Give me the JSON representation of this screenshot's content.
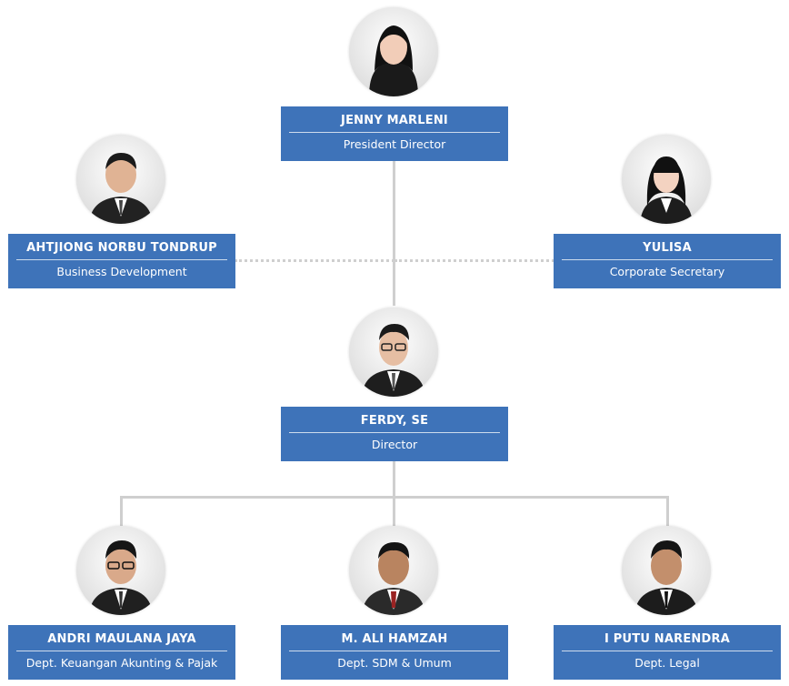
{
  "org": {
    "top": {
      "name": "JENNY MARLENI",
      "role": "President Director",
      "photo": "portrait-woman-black-hair"
    },
    "left": {
      "name": "AHTJIONG NORBU TONDRUP",
      "role": "Business Development",
      "photo": "portrait-man-dark-suit"
    },
    "right": {
      "name": "YULISA",
      "role": "Corporate Secretary",
      "photo": "portrait-woman-bangs"
    },
    "director": {
      "name": "FERDY, SE",
      "role": "Director",
      "photo": "portrait-man-glasses"
    },
    "dept1": {
      "name": "ANDRI MAULANA JAYA",
      "role": "Dept. Keuangan Akunting & Pajak",
      "photo": "portrait-man-glasses"
    },
    "dept2": {
      "name": "M. ALI HAMZAH",
      "role": "Dept. SDM & Umum",
      "photo": "portrait-man-red-tie"
    },
    "dept3": {
      "name": "I PUTU NARENDRA",
      "role": "Dept. Legal",
      "photo": "portrait-man-black-tie"
    }
  },
  "colors": {
    "card": "#3e73b9",
    "connector": "#cfcfcf",
    "card_text": "#ffffff"
  }
}
